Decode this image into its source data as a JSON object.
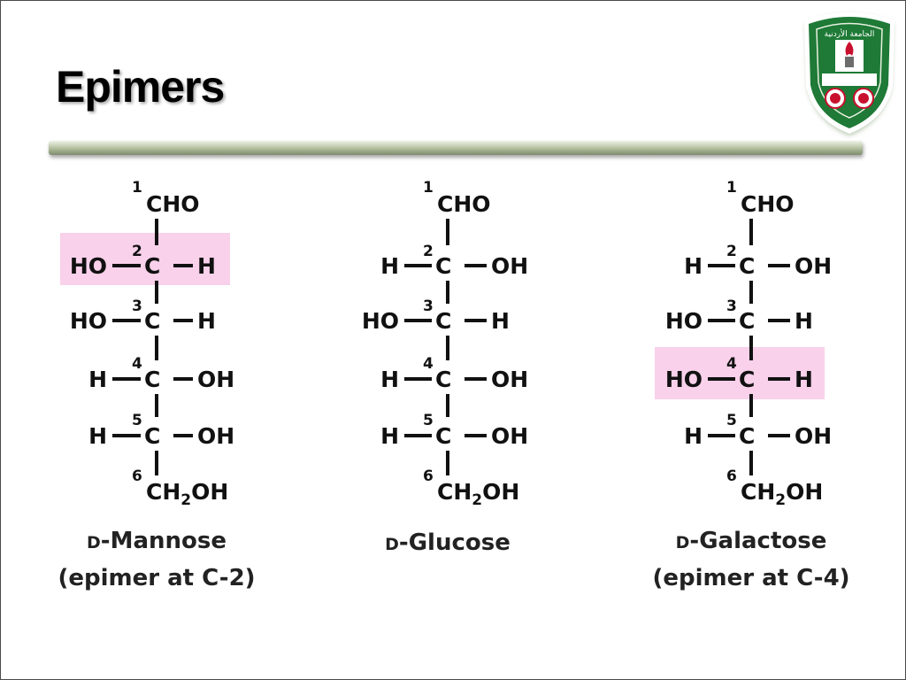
{
  "slide": {
    "title": "Epimers"
  },
  "logo": {
    "name": "university-seal",
    "text": "الجامعة الأردنية"
  },
  "atoms": {
    "cho": "CHO",
    "c": "C",
    "h": "H",
    "oh": "OH",
    "ho": "HO",
    "ch2_a": "CH",
    "ch2_sub": "2",
    "ch2_b": "OH"
  },
  "numbers": [
    "1",
    "2",
    "3",
    "4",
    "5",
    "6"
  ],
  "structures": [
    {
      "name": "D-Mannose",
      "prefix": "D",
      "rest": "-Mannose",
      "note": "(epimer at C-2)",
      "highlight": "C-2",
      "rows": [
        [
          "HO",
          "H"
        ],
        [
          "HO",
          "H"
        ],
        [
          "H",
          "OH"
        ],
        [
          "H",
          "OH"
        ]
      ]
    },
    {
      "name": "D-Glucose",
      "prefix": "D",
      "rest": "-Glucose",
      "note": "",
      "highlight": "",
      "rows": [
        [
          "H",
          "OH"
        ],
        [
          "HO",
          "H"
        ],
        [
          "H",
          "OH"
        ],
        [
          "H",
          "OH"
        ]
      ]
    },
    {
      "name": "D-Galactose",
      "prefix": "D",
      "rest": "-Galactose",
      "note": "(epimer at C-4)",
      "highlight": "C-4",
      "rows": [
        [
          "H",
          "OH"
        ],
        [
          "HO",
          "H"
        ],
        [
          "HO",
          "H"
        ],
        [
          "H",
          "OH"
        ]
      ]
    }
  ],
  "colors": {
    "highlight": "#f9d1ea",
    "rule": "#a5b291",
    "seal_green": "#1e7a36",
    "seal_red": "#c8102e"
  }
}
